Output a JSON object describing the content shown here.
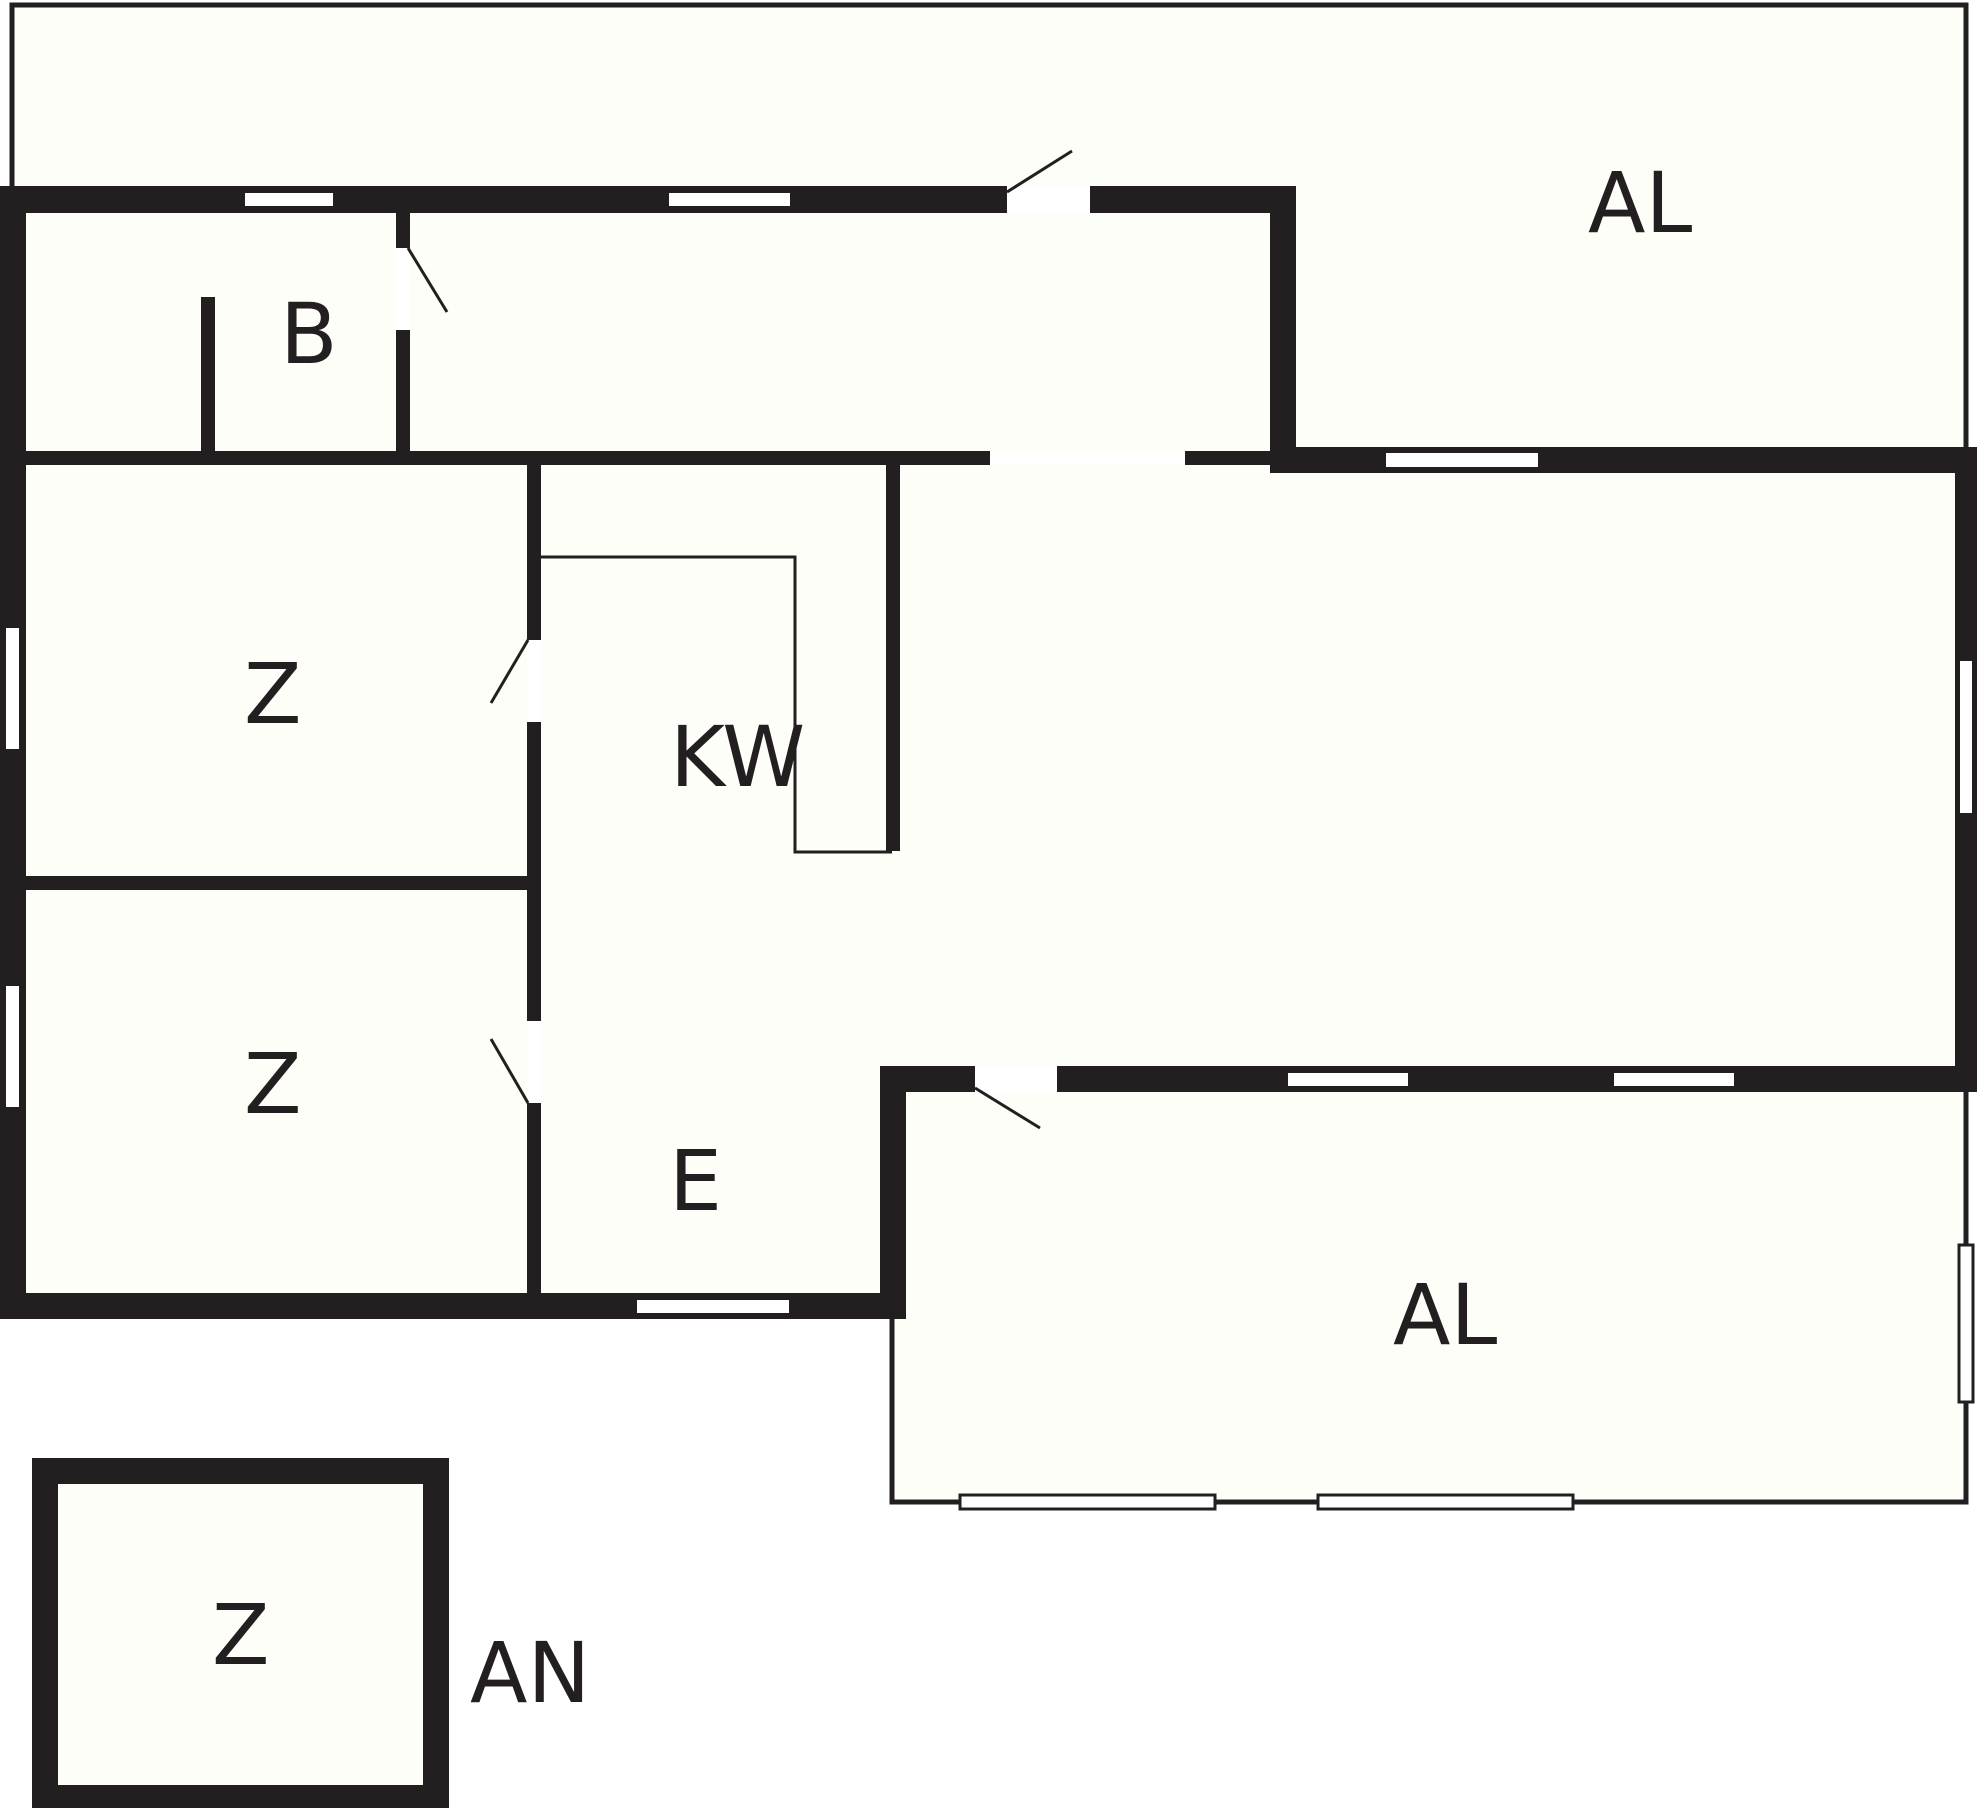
{
  "colors": {
    "wall": "#231f20",
    "floor": "#fefef8",
    "opening": "#ffffff",
    "background": "#ffffff"
  },
  "rooms": [
    {
      "id": "balcony-top",
      "label": "AL"
    },
    {
      "id": "bathroom",
      "label": "B"
    },
    {
      "id": "bedroom-1",
      "label": "Z"
    },
    {
      "id": "living-kitchen",
      "label": "KW"
    },
    {
      "id": "bedroom-2",
      "label": "Z"
    },
    {
      "id": "entrance",
      "label": "E"
    },
    {
      "id": "balcony-bottom",
      "label": "AL"
    },
    {
      "id": "annex-room",
      "label": "Z"
    }
  ],
  "annex": {
    "label": "AN"
  }
}
